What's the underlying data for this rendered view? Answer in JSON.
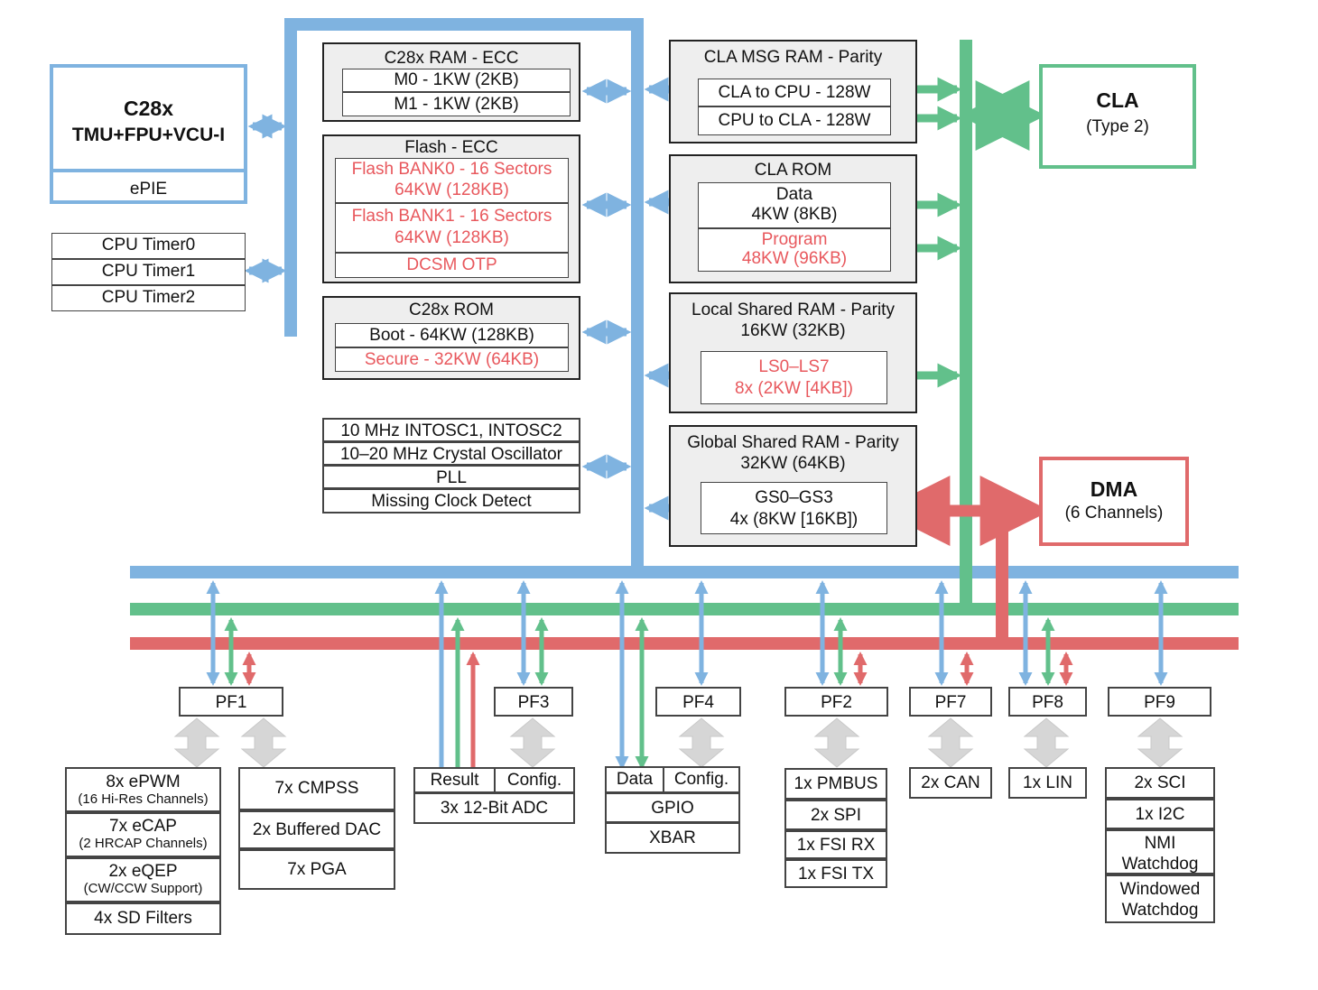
{
  "c28x": {
    "title": "C28x",
    "subtitle": "TMU+FPU+VCU-I",
    "epie": "ePIE"
  },
  "timers": [
    "CPU Timer0",
    "CPU Timer1",
    "CPU Timer2"
  ],
  "c28x_ram": {
    "title": "C28x RAM - ECC",
    "rows": [
      "M0 - 1KW (2KB)",
      "M1 - 1KW (2KB)"
    ]
  },
  "flash": {
    "title": "Flash - ECC",
    "bank0": [
      "Flash BANK0 - 16 Sectors",
      "64KW (128KB)"
    ],
    "bank1": [
      "Flash BANK1 - 16 Sectors",
      "64KW (128KB)"
    ],
    "dcsm": "DCSM OTP"
  },
  "c28x_rom": {
    "title": "C28x ROM",
    "boot": "Boot - 64KW (128KB)",
    "secure": "Secure - 32KW (64KB)"
  },
  "clock": [
    "10 MHz INTOSC1, INTOSC2",
    "10–20 MHz Crystal Oscillator",
    "PLL",
    "Missing Clock Detect"
  ],
  "cla_msg": {
    "title": "CLA MSG RAM - Parity",
    "rows": [
      "CLA to CPU - 128W",
      "CPU to CLA - 128W"
    ]
  },
  "cla_rom": {
    "title": "CLA ROM",
    "data": [
      "Data",
      "4KW (8KB)"
    ],
    "program": [
      "Program",
      "48KW (96KB)"
    ]
  },
  "local_shared": {
    "title": [
      "Local Shared RAM - Parity",
      "16KW (32KB)"
    ],
    "inner": [
      "LS0–LS7",
      "8x (2KW [4KB])"
    ]
  },
  "global_shared": {
    "title": [
      "Global Shared RAM - Parity",
      "32KW (64KB)"
    ],
    "inner": [
      "GS0–GS3",
      "4x (8KW [16KB])"
    ]
  },
  "cla": {
    "title": "CLA",
    "subtitle": "(Type 2)"
  },
  "dma": {
    "title": "DMA",
    "subtitle": "(6 Channels)"
  },
  "pf": {
    "pf1": "PF1",
    "pf2": "PF2",
    "pf3": "PF3",
    "pf4": "PF4",
    "pf7": "PF7",
    "pf8": "PF8",
    "pf9": "PF9"
  },
  "pf1_left": {
    "epwm": [
      "8x ePWM",
      "(16 Hi-Res Channels)"
    ],
    "ecap": [
      "7x eCAP",
      "(2 HRCAP Channels)"
    ],
    "eqep": [
      "2x eQEP",
      "(CW/CCW Support)"
    ],
    "sd": "4x SD Filters"
  },
  "pf1_right": [
    "7x CMPSS",
    "2x Buffered DAC",
    "7x PGA"
  ],
  "adc": {
    "result": "Result",
    "config": "Config.",
    "name": "3x 12-Bit ADC"
  },
  "gpio": {
    "data": "Data",
    "config": "Config.",
    "gpio": "GPIO",
    "xbar": "XBAR"
  },
  "pf2_items": [
    "1x PMBUS",
    "2x SPI",
    "1x FSI RX",
    "1x FSI TX"
  ],
  "pf7_items": [
    "2x CAN"
  ],
  "pf8_items": [
    "1x LIN"
  ],
  "pf9_items": [
    "2x SCI",
    "1x I2C",
    "NMI",
    "Watchdog",
    "Windowed",
    "Watchdog"
  ],
  "colors": {
    "blue": "#7fb3e0",
    "green": "#62c08b",
    "red": "#e06a6b",
    "gray_arrow": "#d6d6d6",
    "red_text": "#e8585d"
  }
}
